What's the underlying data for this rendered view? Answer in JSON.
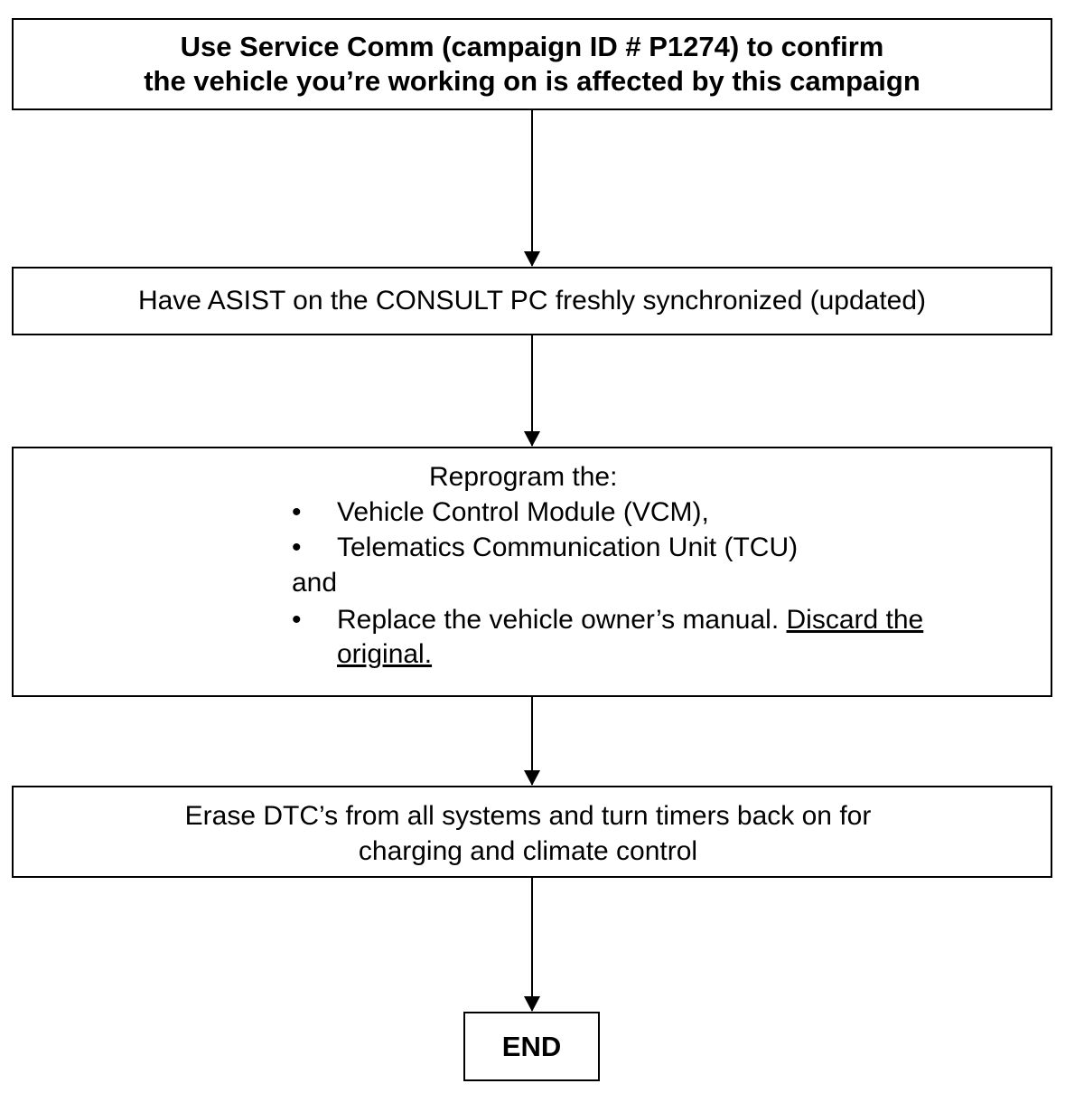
{
  "flowchart": {
    "step1": {
      "line1": "Use Service Comm (campaign ID # P1274) to confirm",
      "line2": "the vehicle you’re working on is affected by this campaign"
    },
    "step2": {
      "text": "Have ASIST on the CONSULT PC freshly synchronized (updated)"
    },
    "step3": {
      "heading": "Reprogram the:",
      "bullet_symbol": "•",
      "bullet1": "Vehicle Control Module (VCM),",
      "bullet2": "Telematics Communication Unit (TCU)",
      "connector": "and",
      "bullet3_plain": "Replace the vehicle owner’s manual. ",
      "bullet3_underlined_a": "Discard the",
      "bullet3_underlined_b": "original."
    },
    "step4": {
      "line1": "Erase DTC’s from all systems and turn timers back on for",
      "line2": "charging and climate control"
    },
    "end": {
      "label": "END"
    }
  }
}
